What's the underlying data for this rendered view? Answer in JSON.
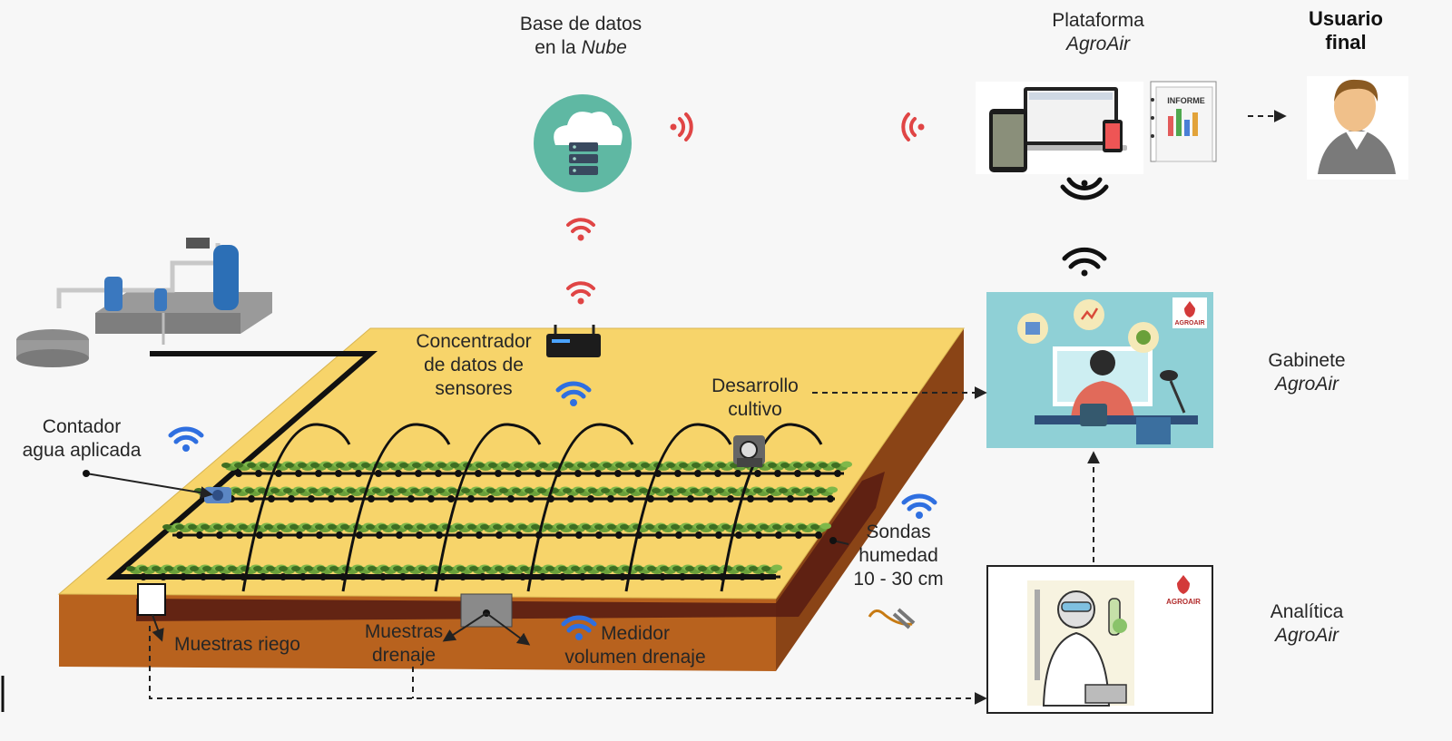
{
  "colors": {
    "background": "#f7f7f7",
    "field_top": "#f7d46a",
    "field_side": "#b8621e",
    "field_side_dark": "#8a4416",
    "soil_dark": "#5a1e12",
    "pipe": "#111111",
    "plant": "#6aa03a",
    "plant_dark": "#3e6e22",
    "signal_red": "#e04545",
    "signal_blue": "#2f6fe0",
    "signal_black": "#111111",
    "cloud_circle": "#5fb8a3",
    "screen_panel": "#8fd0d6"
  },
  "labels": {
    "cloud_db_1": "Base de datos",
    "cloud_db_2a": "en la",
    "cloud_db_2b": "Nube",
    "platform_1": "Plataforma",
    "platform_2": "AgroAir",
    "end_user_1": "Usuario",
    "end_user_2": "final",
    "cabinet_1": "Gabinete",
    "cabinet_2": "AgroAir",
    "analytics_1": "Analítica",
    "analytics_2": "AgroAir",
    "concentrator_1": "Concentrador",
    "concentrator_2": "de datos de",
    "concentrator_3": "sensores",
    "crop_dev_1": "Desarrollo",
    "crop_dev_2": "cultivo",
    "water_meter_1": "Contador",
    "water_meter_2": "agua aplicada",
    "probes_1": "Sondas",
    "probes_2": "humedad",
    "probes_3": "10 - 30 cm",
    "irrigation_samples": "Muestras riego",
    "drain_samples_1": "Muestras",
    "drain_samples_2": "drenaje",
    "drain_meter_1": "Medidor",
    "drain_meter_2": "volumen drenaje",
    "report_title": "INFORME",
    "logo_text": "AGROAIR"
  },
  "icons": [
    "cloud-database-icon",
    "laptop-platform-icon",
    "report-icon",
    "end-user-icon",
    "wifi-icon",
    "water-pump-station-icon",
    "data-concentrator-icon",
    "camera-sensor-icon",
    "soil-probe-icon",
    "lab-technician-icon",
    "operator-desk-icon",
    "agroair-logo-icon"
  ]
}
